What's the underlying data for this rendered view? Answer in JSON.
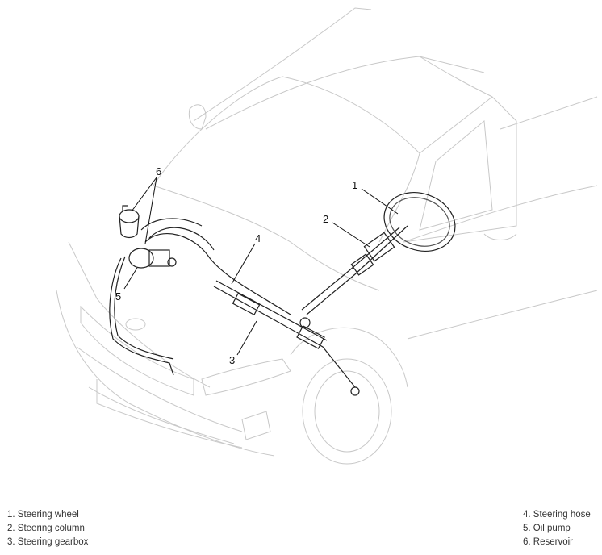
{
  "callouts": [
    "1",
    "2",
    "3",
    "4",
    "5",
    "6"
  ],
  "legend": {
    "left": [
      "1. Steering wheel",
      "2. Steering column",
      "3. Steering gearbox"
    ],
    "right": [
      "4. Steering hose",
      "5. Oil pump",
      "6. Reservoir"
    ]
  }
}
